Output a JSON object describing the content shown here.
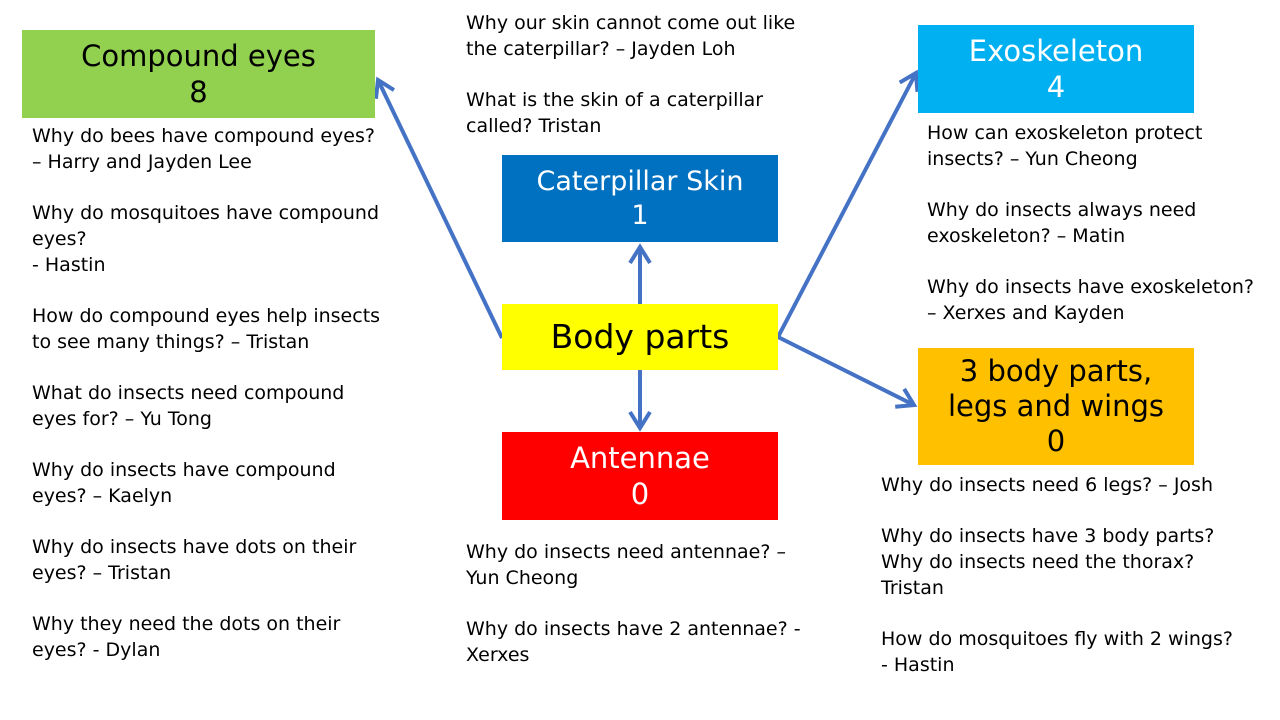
{
  "colors": {
    "arrow": "#4472c4",
    "compound_eyes": "#92d050",
    "caterpillar_skin": "#0070c0",
    "exoskeleton": "#00b0f0",
    "body_parts": "#ffff00",
    "antennae": "#ff0000",
    "three_body_parts": "#ffc000"
  },
  "center": {
    "title": "Body parts"
  },
  "topics": {
    "compound_eyes": {
      "title": "Compound eyes",
      "count": "8",
      "questions": [
        "Why do bees have compound eyes? – Harry and Jayden Lee",
        "Why do mosquitoes have compound eyes?\n-    Hastin",
        "How do compound eyes help insects to see many things? – Tristan",
        "What do insects need compound eyes for? – Yu Tong",
        "Why do insects have compound eyes? – Kaelyn",
        "Why do insects have dots on their eyes? – Tristan",
        "Why they need the dots on their eyes? - Dylan"
      ]
    },
    "caterpillar_skin": {
      "title": "Caterpillar Skin",
      "count": "1",
      "questions": [
        "Why our skin cannot come out like the caterpillar? – Jayden Loh",
        "What is the skin of a caterpillar called? Tristan"
      ]
    },
    "exoskeleton": {
      "title": "Exoskeleton",
      "count": "4",
      "questions": [
        "How can exoskeleton protect insects? – Yun Cheong",
        "Why do insects always need exoskeleton? – Matin",
        "Why do insects have exoskeleton?\n– Xerxes and Kayden"
      ]
    },
    "antennae": {
      "title": "Antennae",
      "count": "0",
      "questions": [
        "Why do insects need antennae? – Yun Cheong",
        "Why do insects have 2 antennae? - Xerxes"
      ]
    },
    "three_body_parts": {
      "title_line1": "3 body parts,",
      "title_line2": "legs and wings",
      "count": "0",
      "questions": [
        "Why do insects need 6 legs? – Josh",
        "Why do insects have 3 body parts? Why do insects need the thorax? Tristan",
        "How do mosquitoes fly with 2 wings? - Hastin"
      ]
    }
  }
}
